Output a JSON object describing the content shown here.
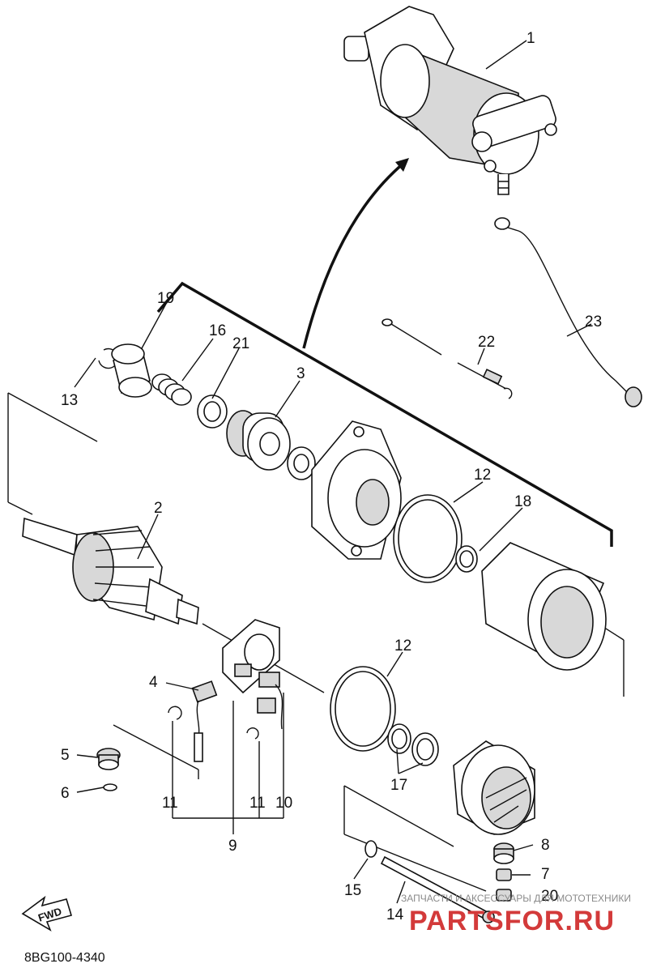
{
  "diagram": {
    "code": "8BG100-4340",
    "direction_marker": "FWD",
    "labels": {
      "l1": "1",
      "l2": "2",
      "l3": "3",
      "l4": "4",
      "l5": "5",
      "l6": "6",
      "l7": "7",
      "l8": "8",
      "l9": "9",
      "l10": "10",
      "l11a": "11",
      "l11b": "11",
      "l12a": "12",
      "l12b": "12",
      "l13": "13",
      "l14": "14",
      "l15": "15",
      "l16": "16",
      "l17": "17",
      "l18": "18",
      "l19": "19",
      "l20": "20",
      "l21": "21",
      "l22": "22",
      "l23": "23"
    }
  },
  "watermark": {
    "line1": "ЗАПЧАСТИ И АКСЕССУАРЫ ДЛЯ МОТОТЕХНИКИ",
    "line2": "PARTSFOR.RU",
    "color": "#d33a3a"
  }
}
